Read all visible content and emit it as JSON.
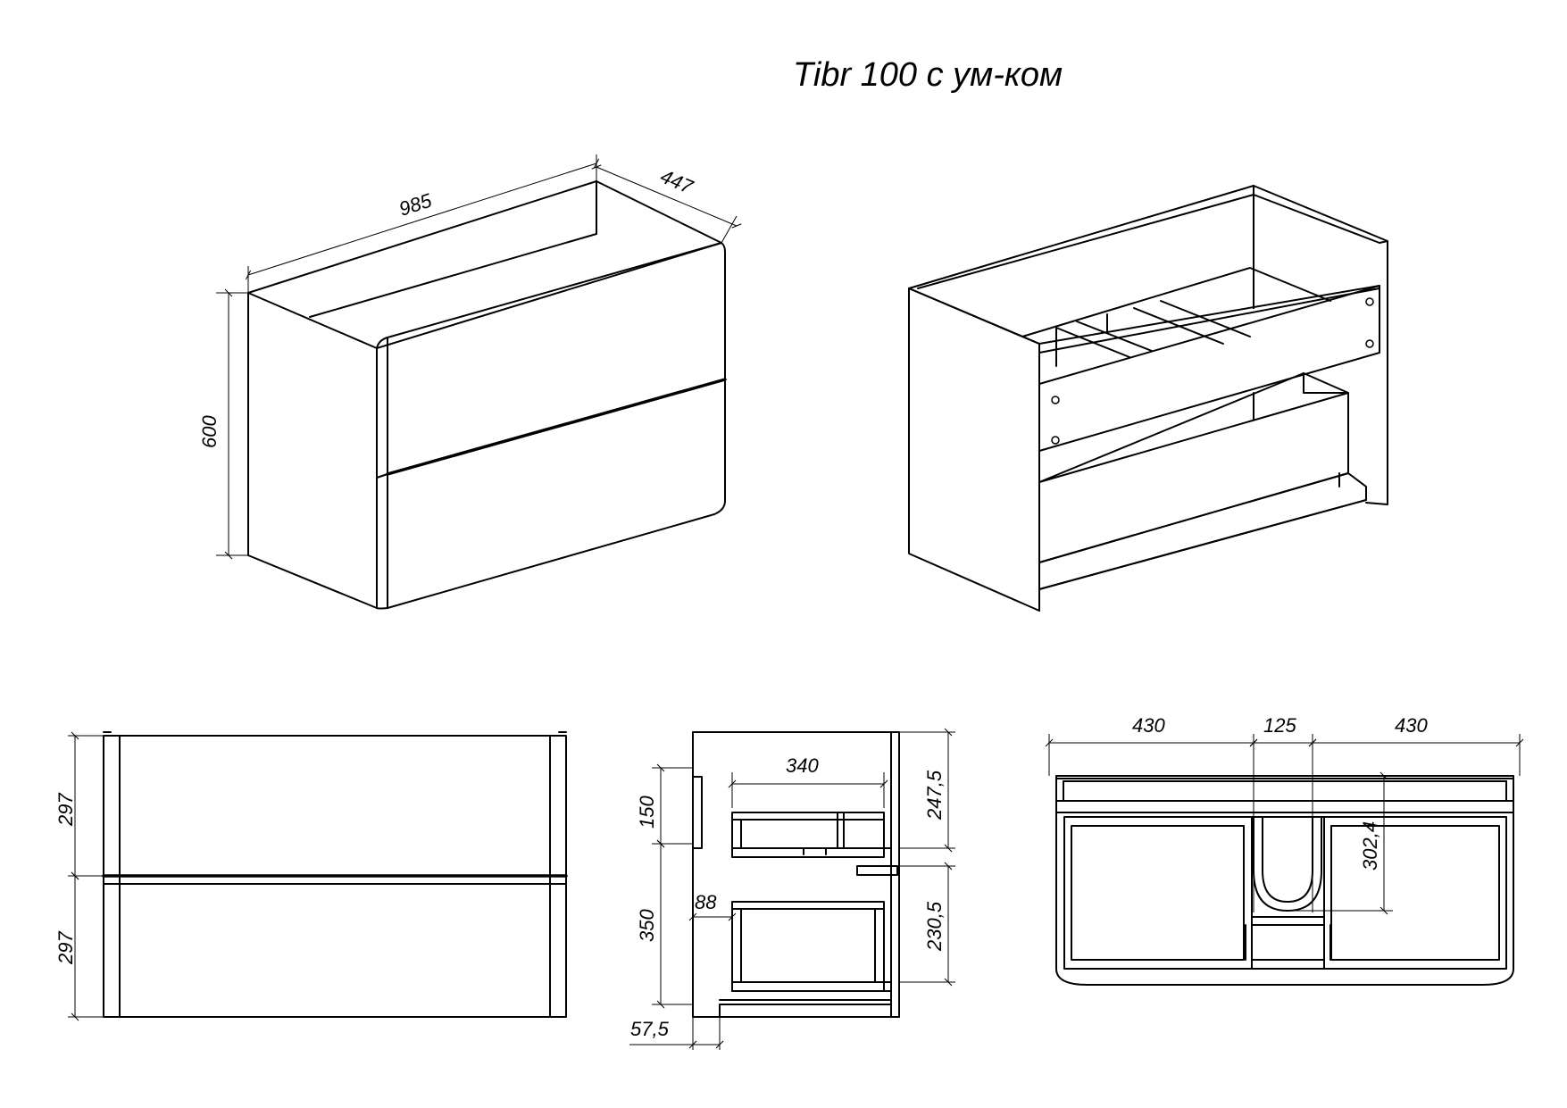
{
  "title": "Tibr 100 с ум-ком",
  "dimensions": {
    "iso_width": "985",
    "iso_depth": "447",
    "iso_height": "600",
    "front_upper": "297",
    "front_lower": "297",
    "side_inner_depth": "340",
    "side_upper_drawer": "247,5",
    "side_lower_drawer": "230,5",
    "side_handle": "150",
    "side_lower_section": "350",
    "side_offset_88": "88",
    "side_offset_57": "57,5",
    "top_left": "430",
    "top_middle": "125",
    "top_right": "430",
    "top_cutout_depth": "302,4"
  }
}
